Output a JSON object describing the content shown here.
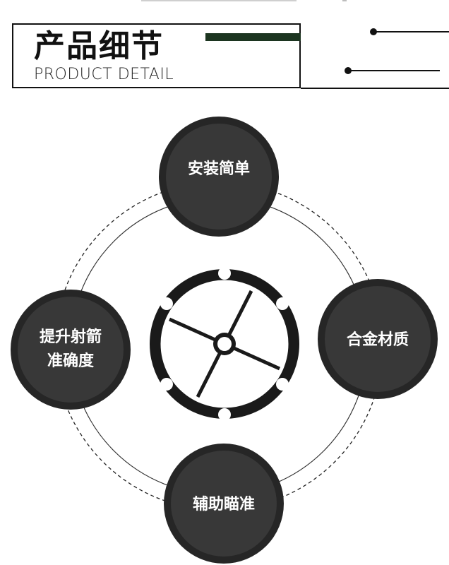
{
  "header": {
    "title_cn": "产品细节",
    "title_en": "PRODUCT DETAIL"
  },
  "features": {
    "top": "安装简单",
    "right": "合金材质",
    "bottom": "辅助瞄准",
    "left_line1": "提升射箭",
    "left_line2": "准确度"
  },
  "colors": {
    "circle_fill": "#383838",
    "circle_ring": "#262626",
    "accent_bar": "#1c3520",
    "wheel": "#1a1a1a"
  },
  "icons": {
    "center": "sight-wheel-icon"
  }
}
